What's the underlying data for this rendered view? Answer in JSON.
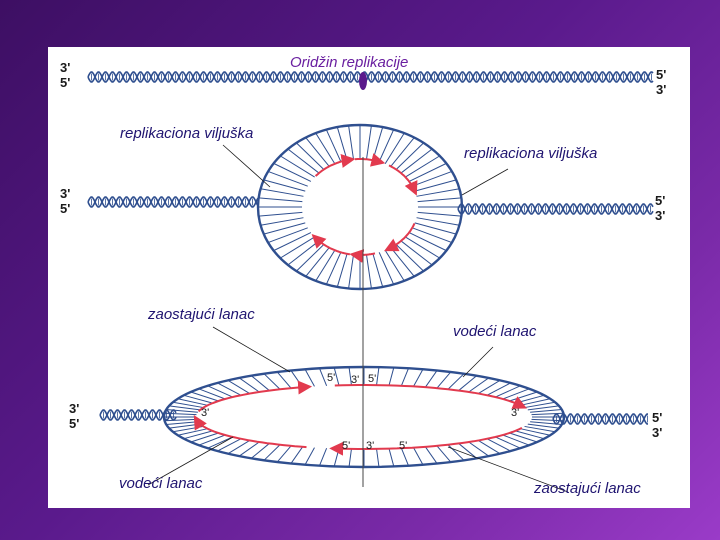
{
  "labels": {
    "origin": "Oridžin replikacije",
    "fork_left": "replikaciona viljuška",
    "fork_right": "replikaciona viljuška",
    "lagging_top": "zaostajući lanac",
    "leading_top": "vodeći lanac",
    "leading_bottom": "vodeći lanac",
    "lagging_bottom": "zaostajući lanac"
  },
  "strand_ends": {
    "left_top": "3'",
    "left_bottom": "5'",
    "right_top": "5'",
    "right_bottom": "3'"
  },
  "bubble_ends": {
    "top_5_left": "5'",
    "top_3_mid": "3'",
    "top_5_right": "5'",
    "inner_left_3": "3'",
    "inner_right_3": "3'",
    "bottom_5_left": "5'",
    "bottom_3_mid": "3'",
    "bottom_5_right": "5'"
  },
  "colors": {
    "dna_strand": "#2f4f8f",
    "new_strand": "#e23a4e",
    "origin_marker": "#5a1a8c",
    "label_text": "#1f1470",
    "origin_label": "#6a1fa0"
  }
}
